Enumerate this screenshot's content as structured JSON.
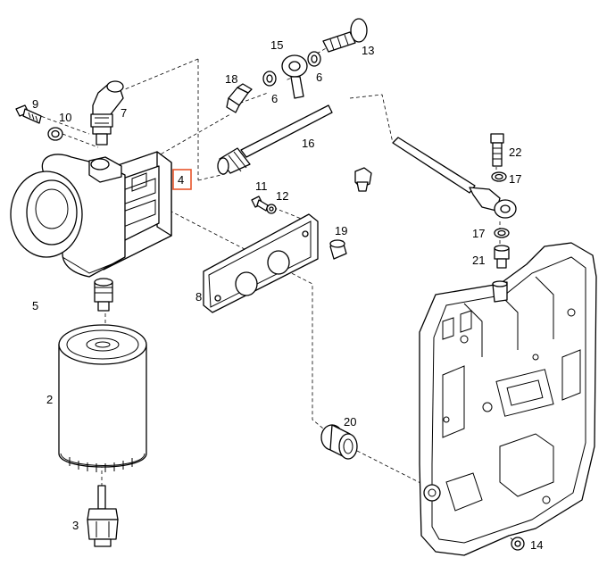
{
  "diagram": {
    "callouts": [
      {
        "id": "p2",
        "label": "2"
      },
      {
        "id": "p3",
        "label": "3"
      },
      {
        "id": "p4",
        "label": "4",
        "highlighted": true
      },
      {
        "id": "p5",
        "label": "5"
      },
      {
        "id": "p6a",
        "label": "6"
      },
      {
        "id": "p6b",
        "label": "6"
      },
      {
        "id": "p7",
        "label": "7"
      },
      {
        "id": "p8",
        "label": "8"
      },
      {
        "id": "p9",
        "label": "9"
      },
      {
        "id": "p10",
        "label": "10"
      },
      {
        "id": "p11",
        "label": "11"
      },
      {
        "id": "p12",
        "label": "12"
      },
      {
        "id": "p13",
        "label": "13"
      },
      {
        "id": "p14",
        "label": "14"
      },
      {
        "id": "p15",
        "label": "15"
      },
      {
        "id": "p16",
        "label": "16"
      },
      {
        "id": "p17a",
        "label": "17"
      },
      {
        "id": "p17b",
        "label": "17"
      },
      {
        "id": "p18",
        "label": "18"
      },
      {
        "id": "p19",
        "label": "19"
      },
      {
        "id": "p20",
        "label": "20"
      },
      {
        "id": "p21",
        "label": "21"
      },
      {
        "id": "p22",
        "label": "22"
      }
    ],
    "highlight_color": "#e8552b",
    "line_color": "#000000"
  }
}
